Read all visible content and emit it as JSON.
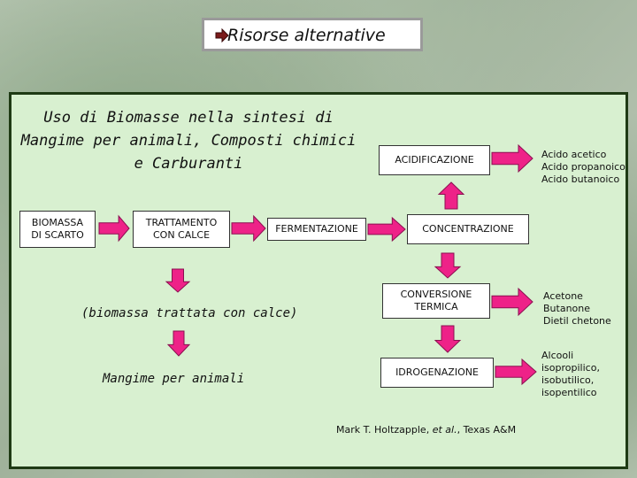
{
  "title": "Risorse alternative",
  "heading": "Uso di Biomasse nella sintesi di\nMangime per animali, Composti chimici\ne Carburanti",
  "nodes": {
    "biomassa": "BIOMASSA\nDI SCARTO",
    "trattamento": "TRATTAMENTO\nCON CALCE",
    "fermentazione": "FERMENTAZIONE",
    "biomassa_trattata": "(biomassa trattata con calce)",
    "mangime": "Mangime per animali",
    "acidificazione": "ACIDIFICAZIONE",
    "concentrazione": "CONCENTRAZIONE",
    "conversione": "CONVERSIONE\nTERMICA",
    "idrogenazione": "IDROGENAZIONE"
  },
  "products": {
    "acidi": "Acido acetico\nAcido propanoico\nAcido butanoico",
    "chetoni": "Acetone\nButanone\nDietil chetone",
    "alcooli": "Alcooli\nisopropilico,\nisobutilico,\nisopentilico"
  },
  "citation": {
    "authors": "Mark T. Holtzapple, ",
    "etal": "et al.",
    "place": ", Texas A&M"
  },
  "colors": {
    "arrow_fill": "#ee2288",
    "arrow_stroke": "#8a1050",
    "panel_bg": "#d8f0d0",
    "panel_border": "#1e3a14"
  }
}
